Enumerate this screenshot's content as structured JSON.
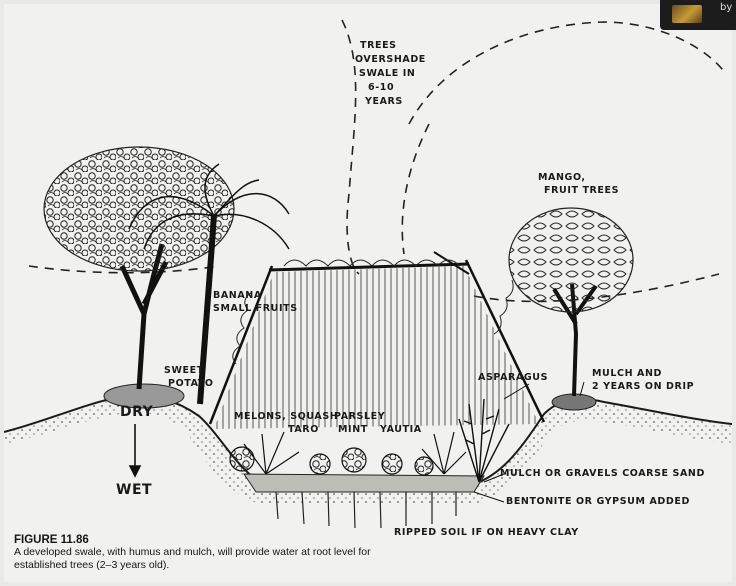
{
  "badge": {
    "text": "by"
  },
  "labels": {
    "trees_overshade": [
      "TREES",
      "OVERSHADE",
      "SWALE IN",
      "6-10",
      "YEARS"
    ],
    "mango": [
      "MANGO,",
      "FRUIT TREES"
    ],
    "banana": [
      "BANANA",
      "SMALL FRUITS"
    ],
    "sweet_potato": [
      "SWEET",
      "POTATO"
    ],
    "dry": "DRY",
    "wet": "WET",
    "melons": "MELONS, SQUASH",
    "taro": "TARO",
    "parsley": [
      "PARSLEY",
      "MINT"
    ],
    "yautia": "YAUTIA",
    "asparagus": "ASPARAGUS",
    "mulch_drip": [
      "MULCH AND",
      "2 YEARS ON DRIP"
    ],
    "mulch_gravel": "MULCH OR GRAVELS COARSE SAND",
    "bentonite": "BENTONITE OR GYPSUM ADDED",
    "ripped": "RIPPED SOIL IF ON HEAVY CLAY"
  },
  "caption": {
    "figure": "FIGURE 11.86",
    "text": "A developed swale, with humus and mulch, will provide water at root level for established trees (2–3 years old)."
  }
}
